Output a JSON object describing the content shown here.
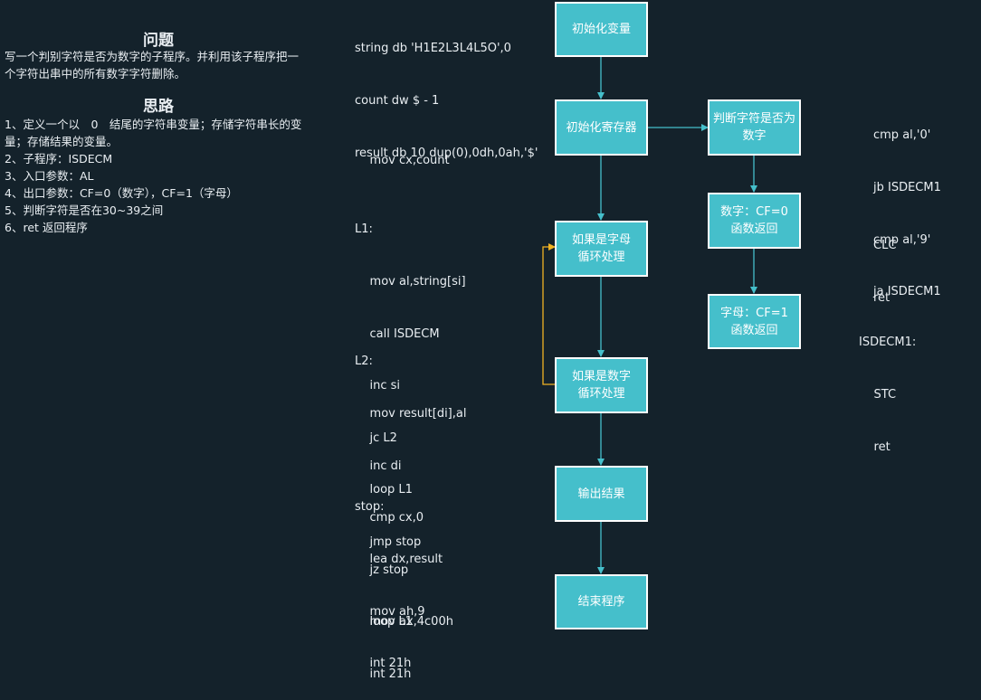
{
  "problem": {
    "title": "问题",
    "lines": [
      "写一个判别字符是否为数字的子程序。并利用该子程序把一",
      "个字符出串中的所有数字字符删除。"
    ]
  },
  "approach": {
    "title": "思路",
    "lines": [
      "1、定义一个以　0　结尾的字符串变量；存储字符串长的变",
      "量；存储结果的变量。",
      "2、子程序：ISDECM",
      "3、入口参数：AL",
      "4、出口参数：CF=0（数字），CF=1（字母）",
      "5、判断字符是否在30~39之间",
      "6、ret 返回程序"
    ]
  },
  "code": {
    "data_decl": [
      "string db 'H1E2L3L4L5O',0",
      "count dw $ - 1",
      "result db 10 dup(0),0dh,0ah,'$'"
    ],
    "init": [
      "    mov cx,count"
    ],
    "l1": [
      "L1:",
      "    mov al,string[si]",
      "    call ISDECM",
      "    inc si",
      "    jc L2",
      "    loop L1",
      "    jmp stop"
    ],
    "l2": [
      "L2:",
      "    mov result[di],al",
      "    inc di",
      "    cmp cx,0",
      "    jz stop",
      "    loop L1"
    ],
    "stop": [
      "stop:",
      "    lea dx,result",
      "    mov ah,9",
      "    int 21h"
    ],
    "exit": [
      "    mov ax,4c00h",
      "    int 21h"
    ],
    "compare": [
      "cmp al,'0'",
      "jb ISDECM1",
      "cmp al,'9'",
      "ja ISDECM1"
    ],
    "digit_ret": [
      "CLC",
      "ret"
    ],
    "letter_ret": [
      "ISDECM1:",
      "    STC",
      "    ret"
    ]
  },
  "flow": {
    "init_vars": [
      "初始化变量"
    ],
    "init_regs": [
      "初始化寄存器"
    ],
    "letter_loop": [
      "如果是字母",
      "循环处理"
    ],
    "digit_loop": [
      "如果是数字",
      "循环处理"
    ],
    "output": [
      "输出结果"
    ],
    "end": [
      "结束程序"
    ],
    "check_digit": [
      "判断字符是否为",
      "数字"
    ],
    "digit_case": [
      "数字：CF=0",
      "函数返回"
    ],
    "letter_case": [
      "字母：CF=1",
      "函数返回"
    ]
  },
  "colors": {
    "background": "#14222b",
    "node_fill": "#45bfcb",
    "node_border": "#ffffff",
    "arrow": "#45bfcb",
    "loop_arrow": "#f0b323"
  }
}
